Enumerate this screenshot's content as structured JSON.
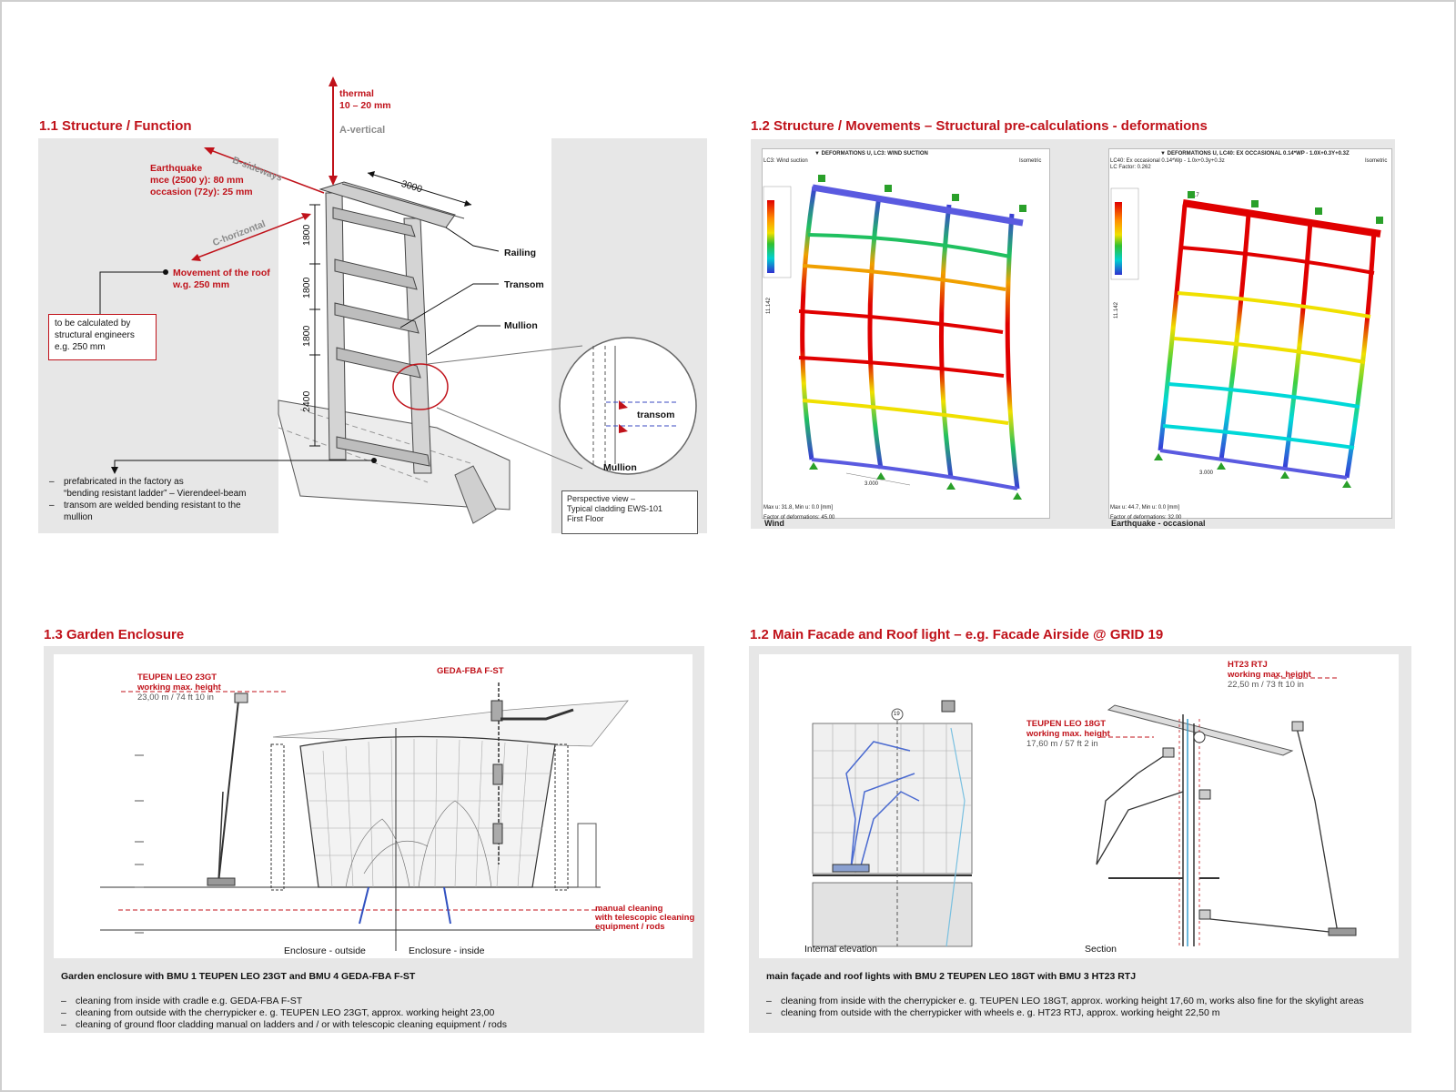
{
  "q1": {
    "title": "1.1  Structure / Function",
    "thermal_line1": "thermal",
    "thermal_line2": "10 – 20 mm",
    "a_vertical": "A-vertical",
    "b_sideways": "B-sideways",
    "c_horizontal": "C-horizontal",
    "earthquake_line1": "Earthquake",
    "earthquake_line2": "mce (2500 y): 80 mm",
    "earthquake_line3": "occasion (72y): 25 mm",
    "movement_line1": "Movement of the roof",
    "movement_line2": "w.g. 250 mm",
    "calc_box": [
      "to be calculated by",
      "structural engineers",
      "e.g. 250 mm"
    ],
    "dim_3000": "3000",
    "dim_1800a": "1800",
    "dim_1800b": "1800",
    "dim_1800c": "1800",
    "dim_2400": "2400",
    "railing": "Railing",
    "transom": "Transom",
    "mullion": "Mullion",
    "detail_transom": "transom",
    "detail_mullion": "Mullion",
    "perspective_box": [
      "Perspective view –",
      "Typical cladding EWS-101",
      "First Floor"
    ],
    "bullets": [
      "prefabricated  in the factory as",
      "“bending resistant ladder” – Vierendeel-beam",
      "transom are welded bending resistant to the",
      "mullion"
    ]
  },
  "q2": {
    "title": "1.2  Structure / Movements – Structural  pre-calculations  - deformations",
    "left_header": "▼ DEFORMATIONS U, LC3: WIND SUCTION",
    "left_sub": "LC3: Wind suction",
    "left_iso": "Isometric",
    "left_dim_h": "11.142",
    "left_dim_w": "3.000",
    "left_footer1": "Max u: 31.8, Min u: 0.0 [mm]",
    "left_footer2": "Factor of deformations: 45.00",
    "left_caption": "Wind",
    "right_header": "▼ DEFORMATIONS U, LC40: EX OCCASIONAL 0.14*WP - 1.0X+0.3Y+0.3Z",
    "right_sub": "LC40: Ex occasional 0.14*Wp - 1.0x+0.3y+0.3z",
    "right_lc": "LC Factor: 0.262",
    "right_iso": "Isometric",
    "right_top": "44.7",
    "right_dim_h": "11.142",
    "right_dim_w": "3.000",
    "right_footer1": "Max u: 44.7, Min u: 0.0 [mm]",
    "right_footer2": "Factor of deformations: 32.00",
    "right_caption": "Earthquake - occasional"
  },
  "q3": {
    "title": "1.3  Garden Enclosure",
    "teupen_line1": "TEUPEN LEO 23GT",
    "teupen_line2": "working max. height",
    "teupen_line3": "23,00 m /  74 ft 10 in",
    "geda": "GEDA-FBA F-ST",
    "manual_line1": "manual cleaning",
    "manual_line2": "with telescopic cleaning",
    "manual_line3": "equipment / rods",
    "enclosure_outside": "Enclosure - outside",
    "enclosure_inside": "Enclosure - inside",
    "caption": "Garden enclosure with BMU 1 TEUPEN LEO 23GT and BMU 4 GEDA-FBA F-ST",
    "bullets": [
      "cleaning from inside with cradle e.g. GEDA-FBA F-ST",
      "cleaning from outside with the cherrypicker e. g. TEUPEN LEO 23GT, approx. working height 23,00",
      "cleaning of ground floor cladding manual on ladders and / or with telescopic cleaning equipment / rods"
    ]
  },
  "q4": {
    "title": "1.2  Main Facade and Roof light  – e.g. Facade Airside @ GRID 19",
    "ht23_line1": "HT23 RTJ",
    "ht23_line2": "working max. height",
    "ht23_line3": "22,50 m /  73 ft 10 in",
    "leo18_line1": "TEUPEN LEO 18GT",
    "leo18_line2": "working max. height",
    "leo18_line3": "17,60 m /  57 ft 2 in",
    "grid_label": "19",
    "internal_elevation": "Internal elevation",
    "section": "Section",
    "caption": "main façade and roof lights with BMU 2  TEUPEN LEO 18GT with BMU 3 HT23 RTJ",
    "bullets": [
      "cleaning from inside with the cherrypicker e. g. TEUPEN LEO 18GT, approx. working height 17,60 m, works also fine for the skylight areas",
      "cleaning from outside with the cherrypicker with wheels e. g. HT23 RTJ, approx. working height 22,50 m"
    ]
  },
  "colors": {
    "accent_red": "#c0121a",
    "panel_grey": "#e7e7e7"
  }
}
